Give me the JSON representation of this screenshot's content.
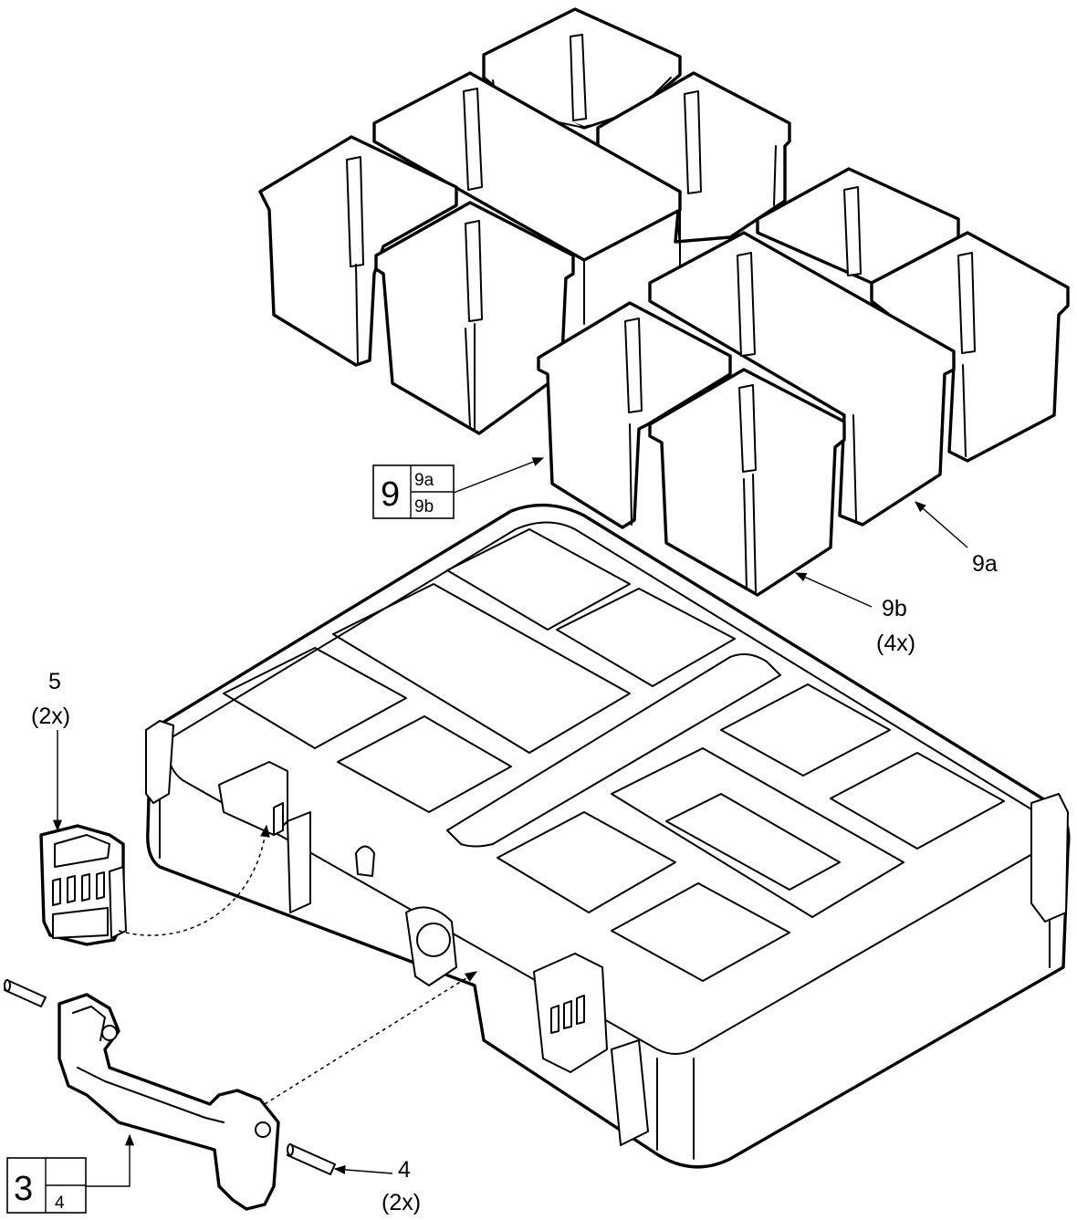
{
  "callouts": {
    "label_9a": "9a",
    "label_9b": "9b",
    "label_9b_qty": "(4x)",
    "label_5": "5",
    "label_5_qty": "(2x)",
    "label_4": "4",
    "label_4_qty": "(2x)"
  },
  "ref_box_9": {
    "main": "9",
    "top": "9a",
    "bottom": "9b"
  },
  "ref_box_3": {
    "main": "3",
    "top": "",
    "bottom": "4"
  },
  "colors": {
    "line": "#000000",
    "background": "#ffffff"
  },
  "icons": [
    "storage-bin-icon",
    "organizer-case-icon",
    "latch-icon",
    "handle-icon",
    "pin-icon"
  ]
}
